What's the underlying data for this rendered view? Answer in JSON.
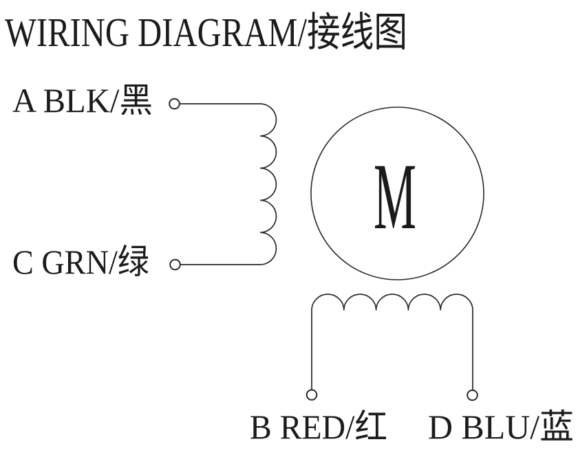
{
  "title": "WIRING DIAGRAM/接线图",
  "motor": {
    "symbol": "M"
  },
  "terminals": {
    "a": {
      "label": "A BLK/黑"
    },
    "c": {
      "label": "C GRN/绿"
    },
    "b": {
      "label": "B RED/红"
    },
    "d": {
      "label": "D BLU/蓝"
    }
  },
  "colors": {
    "ink": "#2a2626",
    "text": "#1c1a1a",
    "background": "#ffffff"
  }
}
